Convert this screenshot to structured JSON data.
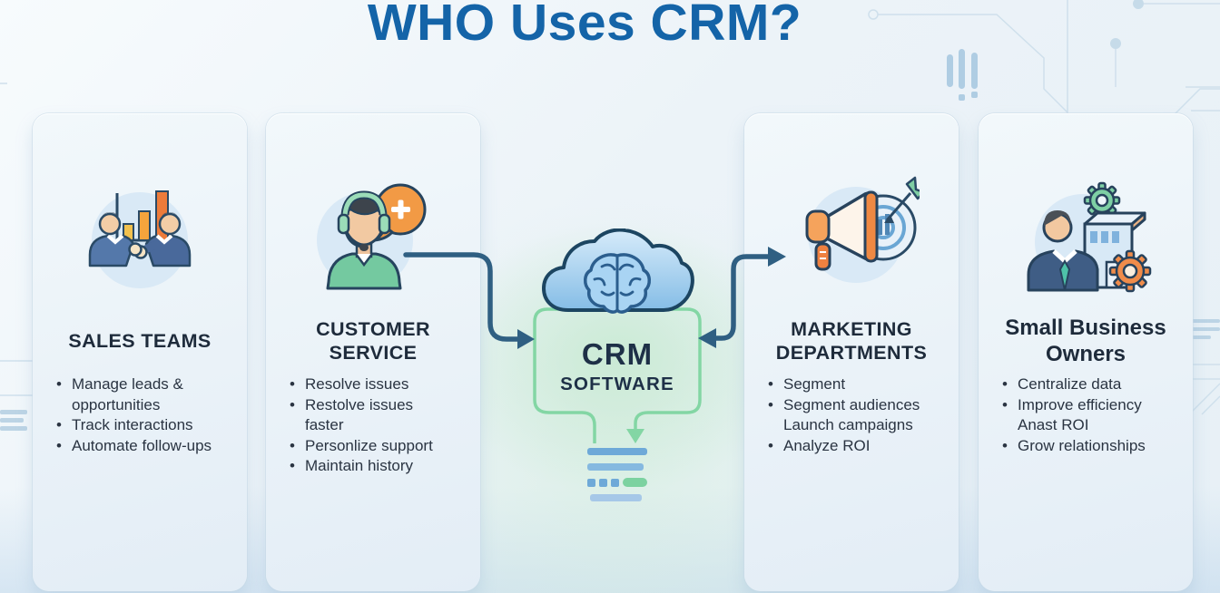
{
  "title": "WHO Uses CRM?",
  "center": {
    "heading": "CRM",
    "subheading": "SOFTWARE",
    "cloud_icon": "cloud-brain-icon",
    "output_icon": "data-list-icon"
  },
  "cards": [
    {
      "id": "sales-teams",
      "icon": "handshake-growth-chart-icon",
      "title_lines": [
        "SALES TEAMS"
      ],
      "items": [
        {
          "bullet": true,
          "text": "Manage leads &"
        },
        {
          "bullet": false,
          "text": "opportunities"
        },
        {
          "bullet": true,
          "text": "Track interactions"
        },
        {
          "bullet": true,
          "text": "Automate follow-ups"
        }
      ]
    },
    {
      "id": "customer-service",
      "icon": "support-agent-headset-icon",
      "title_lines": [
        "CUSTOMER",
        "SERVICE"
      ],
      "items": [
        {
          "bullet": true,
          "text": "Resolve issues"
        },
        {
          "bullet": true,
          "text": "Restolve issues"
        },
        {
          "bullet": false,
          "text": "faster"
        },
        {
          "bullet": true,
          "text": "Personlize support"
        },
        {
          "bullet": true,
          "text": "Maintain history"
        }
      ]
    },
    {
      "id": "marketing-departments",
      "icon": "megaphone-target-icon",
      "title_lines": [
        "MARKETING",
        "DEPARTMENTS"
      ],
      "items": [
        {
          "bullet": true,
          "text": "Segment"
        },
        {
          "bullet": true,
          "text": "Segment audiences"
        },
        {
          "bullet": false,
          "text": "Launch campaigns"
        },
        {
          "bullet": true,
          "text": "Analyze ROI"
        }
      ]
    },
    {
      "id": "small-business-owners",
      "icon": "owner-building-gears-icon",
      "title_lines": [
        "Small Business",
        "Owners"
      ],
      "items": [
        {
          "bullet": true,
          "text": "Centralize data"
        },
        {
          "bullet": true,
          "text": "Improve efficiency"
        },
        {
          "bullet": false,
          "text": "Anast ROI"
        },
        {
          "bullet": true,
          "text": "Grow relationships"
        }
      ]
    }
  ],
  "bullet_glyph": "•",
  "colors": {
    "title_blue": "#1464a8",
    "heading_navy": "#1e2b3b",
    "body_text": "#2a3442",
    "connector_teal": "#2f5f82",
    "accent_green": "#83d6a4",
    "accent_orange": "#ef8a3f",
    "icon_blue": "#6ea9d8",
    "card_background": "#eaf2f8"
  }
}
